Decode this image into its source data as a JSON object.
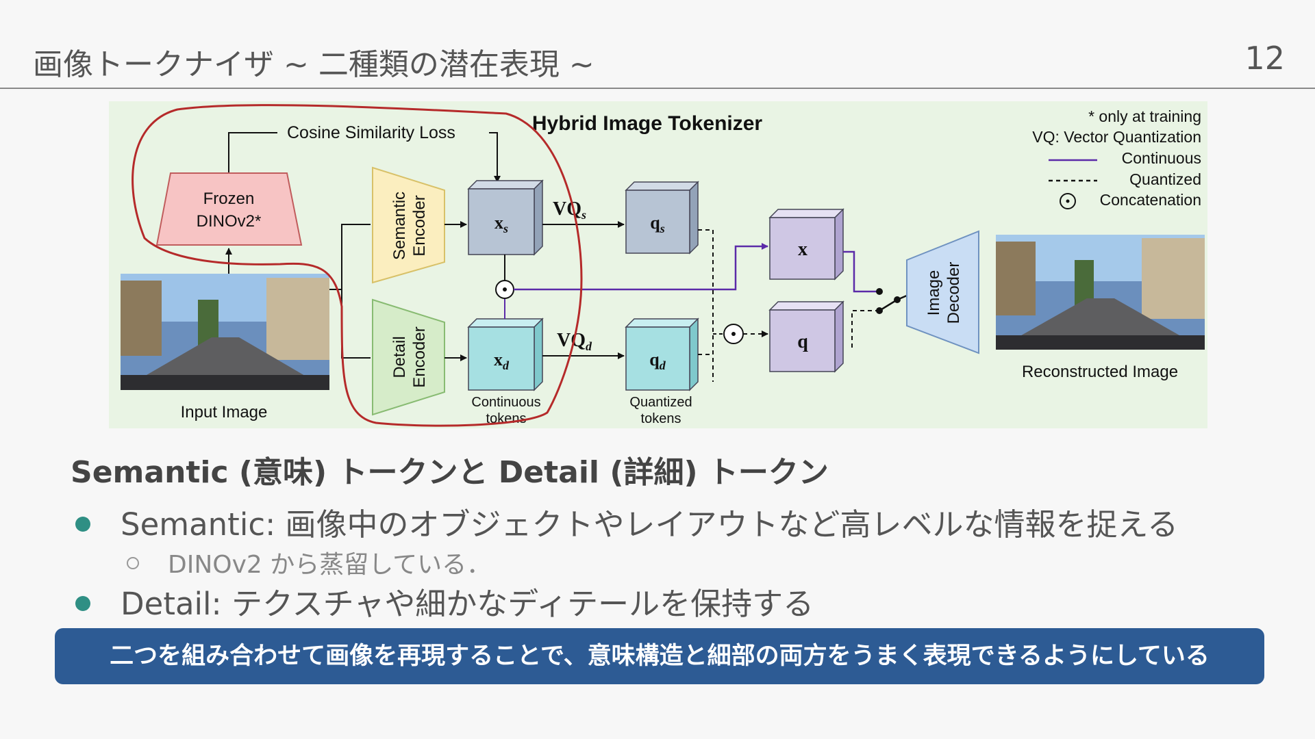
{
  "slide": {
    "title": "画像トークナイザ ~ 二種類の潜在表現 ~",
    "page_number": "12"
  },
  "diagram": {
    "title": "Hybrid Image Tokenizer",
    "legend": {
      "note": "* only at training",
      "vq": "VQ: Vector Quantization",
      "continuous": "Continuous",
      "quantized": "Quantized",
      "concatenation": "Concatenation",
      "colors": {
        "continuous": "#5b2aa8",
        "quantized": "#222222"
      }
    },
    "cosine_loss": "Cosine Similarity Loss",
    "frozen": [
      "Frozen",
      "DINOv2*"
    ],
    "semantic_encoder": [
      "Semantic",
      "Encoder"
    ],
    "detail_encoder": [
      "Detail",
      "Encoder"
    ],
    "image_decoder": [
      "Image",
      "Decoder"
    ],
    "xs": "xs",
    "xd": "xd",
    "qs": "qs",
    "qd": "qd",
    "x": "x",
    "q": "q",
    "vqs": "VQs",
    "vqd": "VQd",
    "continuous_tokens": [
      "Continuous",
      "tokens"
    ],
    "quantized_tokens": [
      "Quantized",
      "tokens"
    ],
    "input_image": "Input Image",
    "reconstructed_image": "Reconstructed Image",
    "colors": {
      "background": "#e9f4e4",
      "semantic": "#fbeebf",
      "detail": "#d6ecc9",
      "frozen": "#f7c4c4",
      "xs_cube": "#b7c4d4",
      "xd_cube": "#a6e0e2",
      "q_cube": "#cfc7e4",
      "decoder": "#c9ddf4",
      "annotation": "#b52a2a"
    }
  },
  "heading": "Semantic (意味) トークンと Detail (詳細) トークン",
  "bullets": [
    {
      "text": "Semantic: 画像中のオブジェクトやレイアウトなど高レベルな情報を捉える",
      "sub": "DINOv2 から蒸留している．"
    },
    {
      "text": "Detail: テクスチャや細かなディテールを保持する"
    }
  ],
  "banner": "二つを組み合わせて画像を再現することで、意味構造と細部の両方をうまく表現できるようにしている"
}
